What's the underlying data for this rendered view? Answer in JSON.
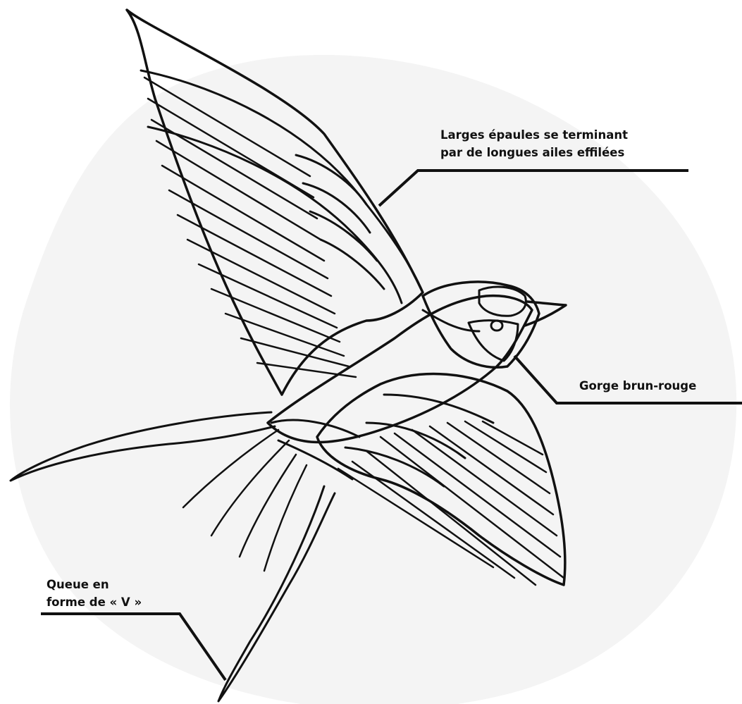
{
  "colors": {
    "background": "#ffffff",
    "ink": "#111111",
    "halo": "#f4f4f4"
  },
  "subject": "swallow-line-drawing",
  "annotations": {
    "wing": {
      "line1": "Larges épaules se terminant",
      "line2": "par de longues ailes effilées"
    },
    "throat": {
      "line1": "Gorge brun-rouge"
    },
    "tail": {
      "line1": "Queue en",
      "line2": "forme de « V »"
    }
  }
}
